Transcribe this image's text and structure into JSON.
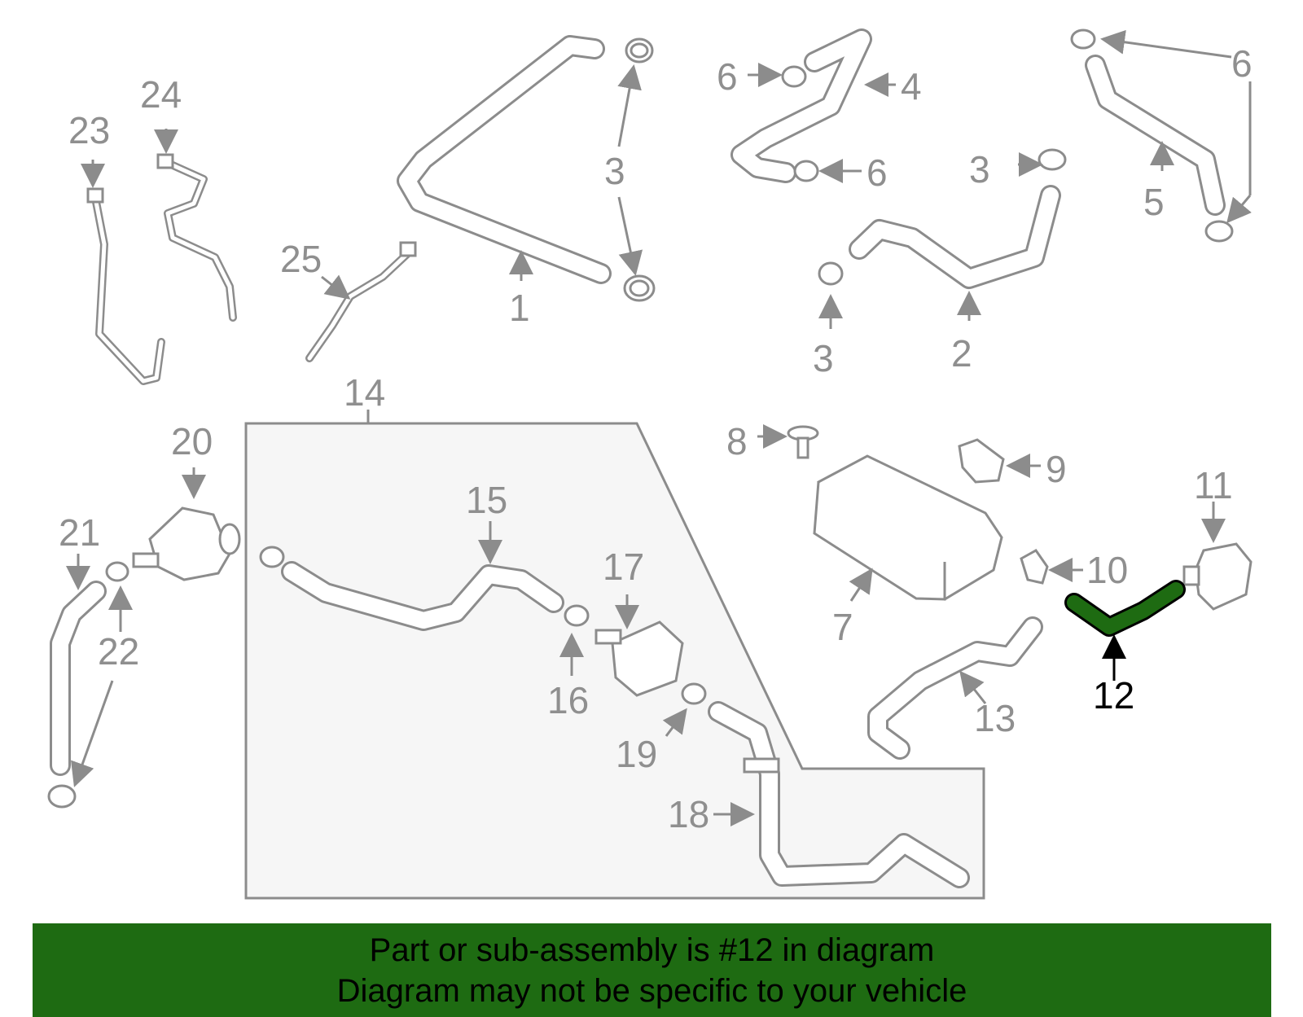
{
  "diagram": {
    "highlight_color": "#1e6b12",
    "line_color": "#8c8c8c",
    "callouts": {
      "c1": "1",
      "c2": "2",
      "c3a": "3",
      "c3b": "3",
      "c3c": "3",
      "c4": "4",
      "c5": "5",
      "c6a": "6",
      "c6b": "6",
      "c6c": "6",
      "c7": "7",
      "c8": "8",
      "c9": "9",
      "c10": "10",
      "c11": "11",
      "c12": "12",
      "c13": "13",
      "c14": "14",
      "c15": "15",
      "c16": "16",
      "c17": "17",
      "c18": "18",
      "c19": "19",
      "c20": "20",
      "c21": "21",
      "c22": "22",
      "c23": "23",
      "c24": "24",
      "c25": "25"
    }
  },
  "banner": {
    "line1": "Part or sub-assembly is #12 in diagram",
    "line2": "Diagram may not be specific to your vehicle",
    "background": "#1e6b12"
  }
}
